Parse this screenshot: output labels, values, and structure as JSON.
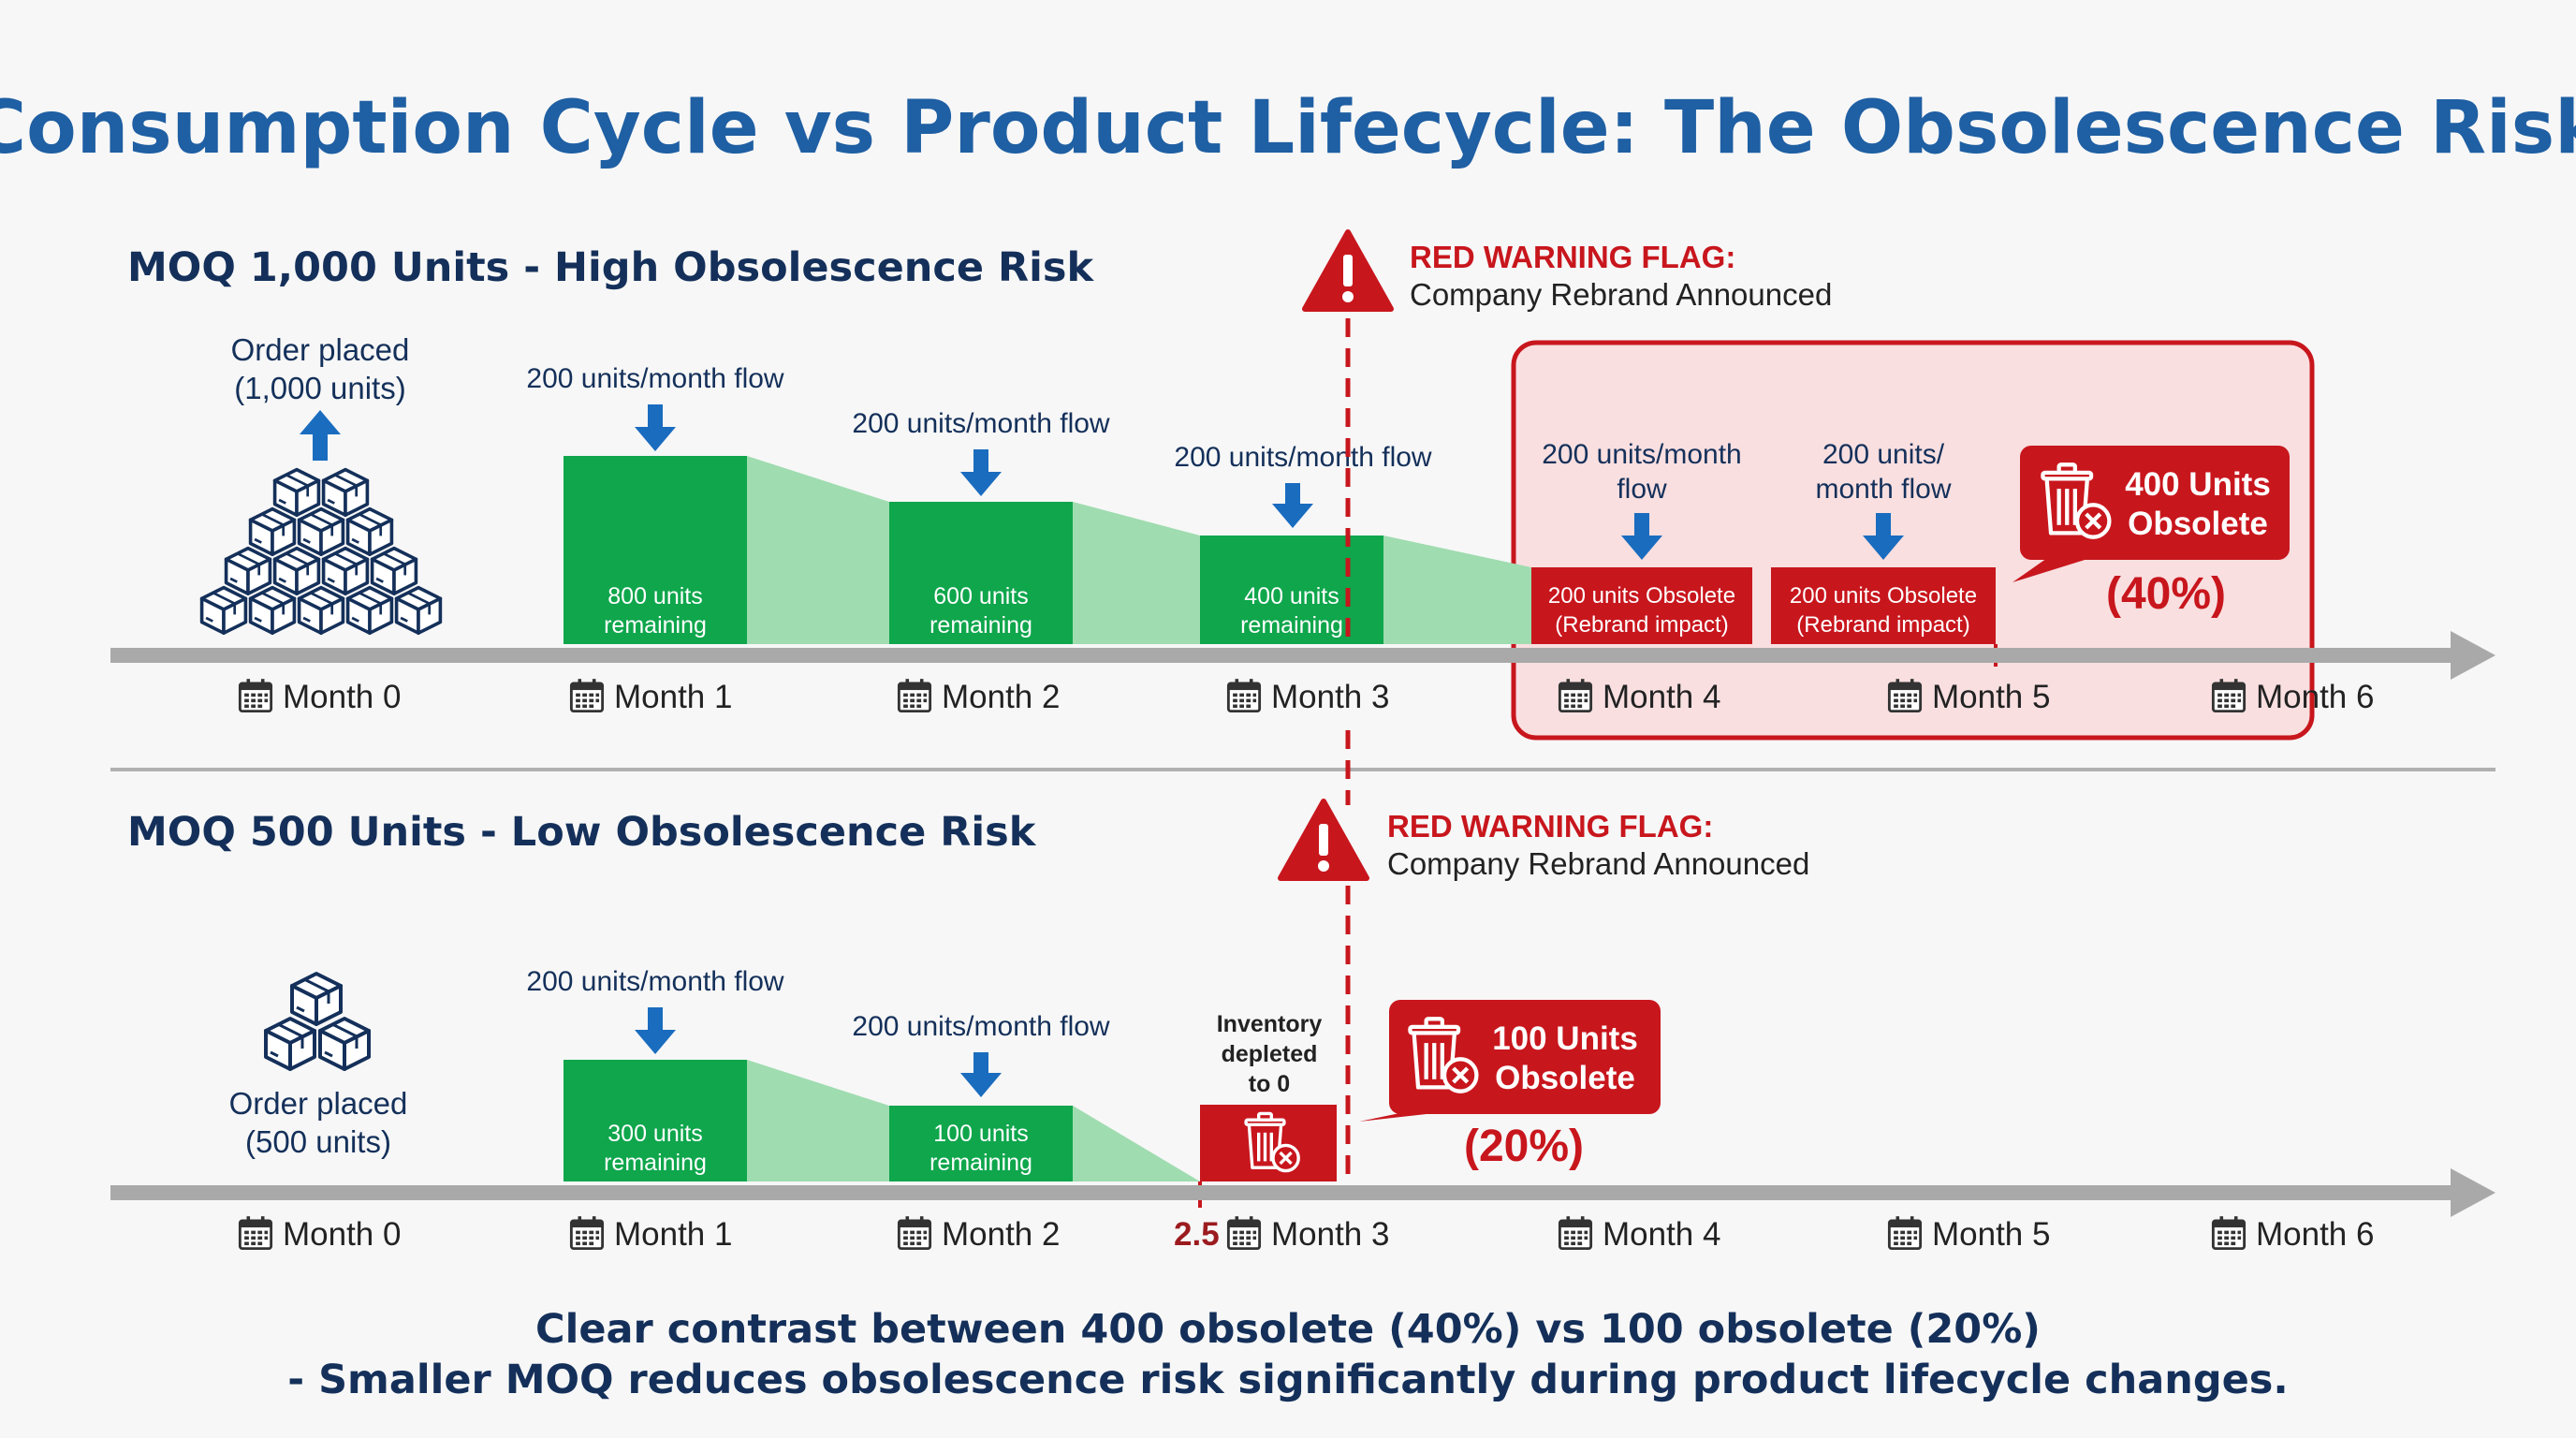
{
  "title": "Consumption Cycle vs Product Lifecycle: The Obsolescence Risk",
  "colors": {
    "title_blue": "#1f5fa3",
    "navy": "#14305a",
    "arrow_blue": "#1a6cbf",
    "green": "#0fa64c",
    "light_green": "#9fdcb0",
    "red": "#c8161d",
    "axis_gray": "#a9a9a9"
  },
  "top": {
    "heading": "MOQ 1,000 Units - High Obsolescence Risk",
    "order_line1": "Order placed",
    "order_line2": "(1,000 units)",
    "flow_label": "200 units/month flow",
    "flow_label_m4_line1": "200 units/month",
    "flow_label_m4_line2": "flow",
    "flow_label_m5_line1": "200 units/",
    "flow_label_m5_line2": "month flow",
    "bars": [
      {
        "value": 800,
        "line1": "800 units",
        "line2": "remaining"
      },
      {
        "value": 600,
        "line1": "600 units",
        "line2": "remaining"
      },
      {
        "value": 400,
        "line1": "400 units",
        "line2": "remaining"
      }
    ],
    "obsolete_boxes": [
      {
        "line1": "200 units Obsolete",
        "line2": "(Rebrand impact)"
      },
      {
        "line1": "200 units Obsolete",
        "line2": "(Rebrand impact)"
      }
    ],
    "callout_line1": "400 Units",
    "callout_line2": "Obsolete",
    "callout_pct": "(40%)",
    "warning_line1": "RED WARNING FLAG:",
    "warning_line2": "Company Rebrand Announced"
  },
  "bottom": {
    "heading": "MOQ 500 Units - Low Obsolescence Risk",
    "order_line1": "Order placed",
    "order_line2": "(500 units)",
    "flow_label": "200 units/month flow",
    "bars": [
      {
        "value": 300,
        "line1": "300 units",
        "line2": "remaining"
      },
      {
        "value": 100,
        "line1": "100 units",
        "line2": "remaining"
      }
    ],
    "depleted_line1": "Inventory",
    "depleted_line2": "depleted",
    "depleted_line3": "to 0",
    "depleted_marker": "2.5",
    "callout_line1": "100 Units",
    "callout_line2": "Obsolete",
    "callout_pct": "(20%)",
    "warning_line1": "RED WARNING FLAG:",
    "warning_line2": "Company Rebrand Announced"
  },
  "months": [
    "Month 0",
    "Month 1",
    "Month 2",
    "Month 3",
    "Month 4",
    "Month 5",
    "Month 6"
  ],
  "footer_line1": "Clear contrast between 400 obsolete (40%) vs 100 obsolete (20%)",
  "footer_line2": "- Smaller MOQ reduces obsolescence risk significantly during product lifecycle changes."
}
